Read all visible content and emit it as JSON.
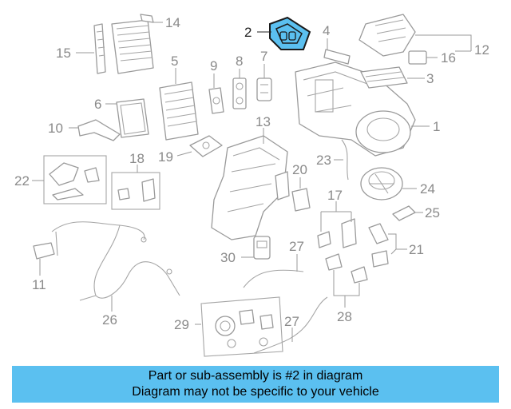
{
  "diagram": {
    "highlight_color": "#5bc0f0",
    "highlighted_part": "2",
    "callouts": [
      "1",
      "2",
      "3",
      "4",
      "5",
      "6",
      "7",
      "8",
      "9",
      "10",
      "11",
      "12",
      "13",
      "14",
      "15",
      "16",
      "17",
      "18",
      "19",
      "20",
      "21",
      "22",
      "23",
      "24",
      "25",
      "26",
      "27",
      "27",
      "28",
      "29",
      "30"
    ]
  },
  "banner": {
    "line1": "Part or sub-assembly is #2 in diagram",
    "line2": "Diagram may not be specific to your vehicle",
    "background": "#5bc0f0"
  }
}
